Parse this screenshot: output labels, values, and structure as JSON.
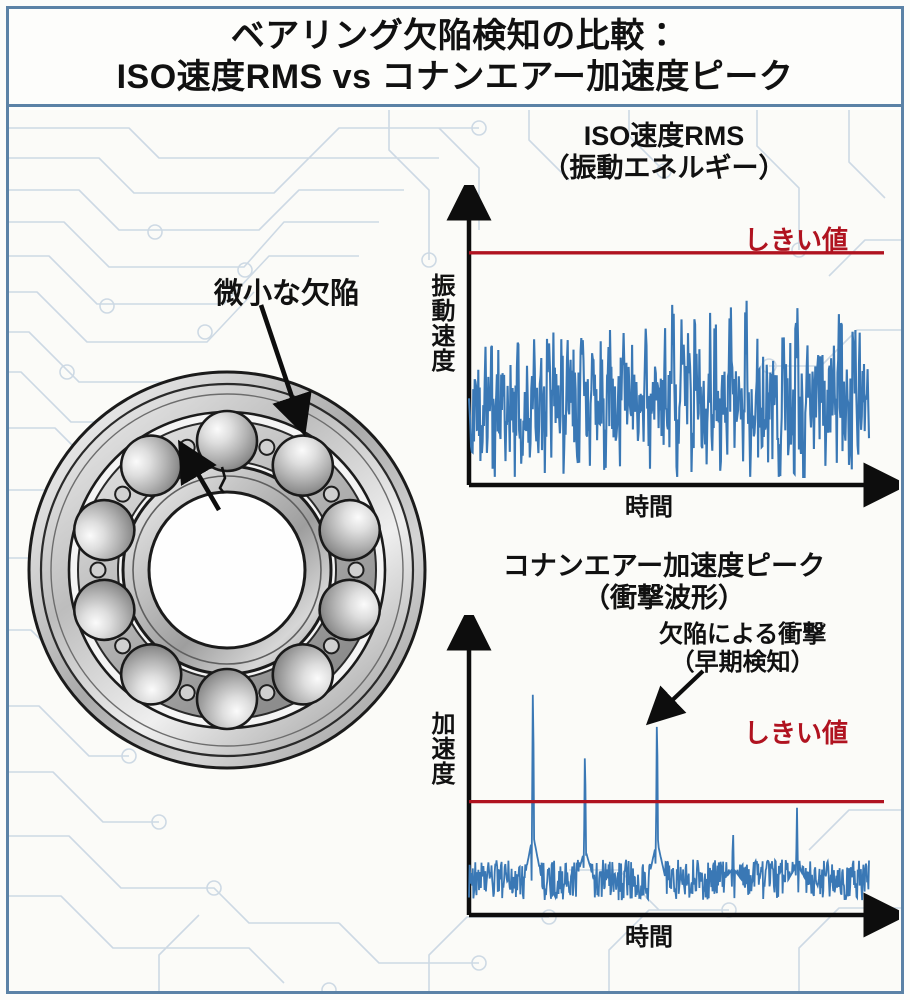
{
  "header": {
    "title_line1": "ベアリング欠陥検知の比較：",
    "title_line2": "ISO速度RMS vs コナンエアー加速度ピーク",
    "frame_color": "#5b82a6"
  },
  "illustration": {
    "name": "ball-bearing-cutaway",
    "defect_label": "微小な欠陥",
    "ball_count": 10,
    "has_crack": true,
    "crack_location": "inner-race-top"
  },
  "background": {
    "pattern": "circuit-board-traces",
    "trace_color": "#c5d3e0",
    "page_color": "#fbfbf8"
  },
  "chart_data": [
    {
      "id": "iso-velocity-rms",
      "type": "line",
      "title": "ISO速度RMS",
      "subtitle": "（振動エネルギー）",
      "xlabel": "時間",
      "ylabel": "振動速度",
      "series_color": "#3a78b5",
      "threshold": {
        "label": "しきい値",
        "value": 0.86,
        "color": "#b01320",
        "crossed": false
      },
      "ylim": [
        0,
        1
      ],
      "xlim": [
        0,
        1
      ],
      "grid": false,
      "legend": "none",
      "description": "定常的なランダム振動ノイズ。しきい値を超えない。",
      "values": [
        0.46,
        0.38,
        0.52,
        0.33,
        0.49,
        0.41,
        0.57,
        0.3,
        0.44,
        0.5,
        0.36,
        0.55,
        0.42,
        0.31,
        0.48,
        0.39,
        0.53,
        0.45,
        0.34,
        0.58,
        0.4,
        0.47,
        0.32,
        0.51,
        0.43,
        0.6,
        0.37,
        0.49,
        0.29,
        0.54,
        0.41,
        0.46,
        0.35,
        0.52,
        0.44,
        0.33,
        0.57,
        0.39,
        0.48,
        0.5,
        0.31,
        0.56,
        0.42,
        0.47,
        0.36,
        0.61,
        0.38,
        0.45,
        0.53,
        0.3,
        0.49,
        0.4,
        0.58,
        0.34,
        0.51,
        0.43,
        0.47,
        0.32,
        0.55,
        0.41,
        0.72,
        0.28,
        0.46,
        0.68,
        0.37,
        0.52,
        0.22,
        0.6,
        0.44,
        0.48,
        0.35,
        0.7,
        0.4,
        0.57,
        0.31,
        0.5,
        0.43,
        0.66,
        0.38,
        0.47,
        0.53,
        0.33,
        0.74,
        0.26,
        0.49,
        0.58,
        0.41,
        0.45,
        0.36,
        0.62,
        0.39,
        0.51,
        0.3,
        0.56,
        0.44,
        0.48,
        0.34,
        0.69,
        0.42,
        0.25,
        0.47,
        0.55,
        0.37,
        0.5,
        0.43,
        0.59,
        0.32,
        0.46,
        0.52,
        0.4,
        0.63,
        0.35,
        0.48,
        0.29,
        0.54,
        0.41,
        0.57,
        0.44,
        0.38,
        0.49
      ]
    },
    {
      "id": "conanair-acceleration-peak",
      "type": "line",
      "title": "コナンエアー加速度ピーク",
      "subtitle": "（衝撃波形）",
      "xlabel": "時間",
      "ylabel": "加速度",
      "series_color": "#3a78b5",
      "threshold": {
        "label": "しきい値",
        "value": 0.42,
        "color": "#b01320",
        "crossed": true
      },
      "annotation": {
        "line1": "欠陥による衝撃",
        "line2": "（早期検知）",
        "points_to": "third-spike"
      },
      "ylim": [
        0,
        1
      ],
      "xlim": [
        0,
        1
      ],
      "grid": false,
      "legend": "none",
      "description": "低いノイズ床に鋭い衝撃パルス。3本の大きなピークがしきい値を超える。",
      "noise_floor": 0.13,
      "spikes": [
        {
          "position": 0.16,
          "amplitude": 0.9
        },
        {
          "position": 0.29,
          "amplitude": 0.66
        },
        {
          "position": 0.47,
          "amplitude": 0.8
        },
        {
          "position": 0.66,
          "amplitude": 0.33
        },
        {
          "position": 0.82,
          "amplitude": 0.4
        }
      ]
    }
  ]
}
